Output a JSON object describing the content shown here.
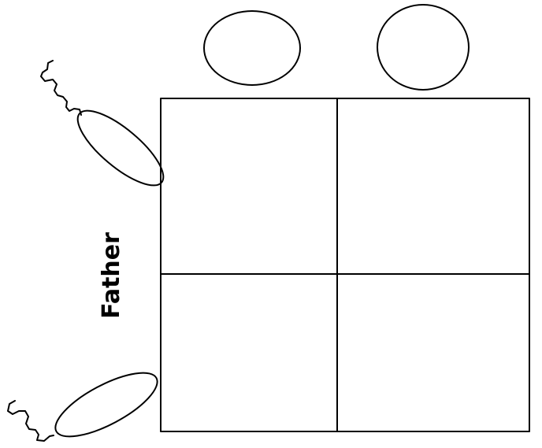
{
  "diagram": {
    "side_label": "Father",
    "grid": {
      "rows": 2,
      "columns": 2
    },
    "ink_color": "#000000",
    "background_color": "#ffffff"
  }
}
